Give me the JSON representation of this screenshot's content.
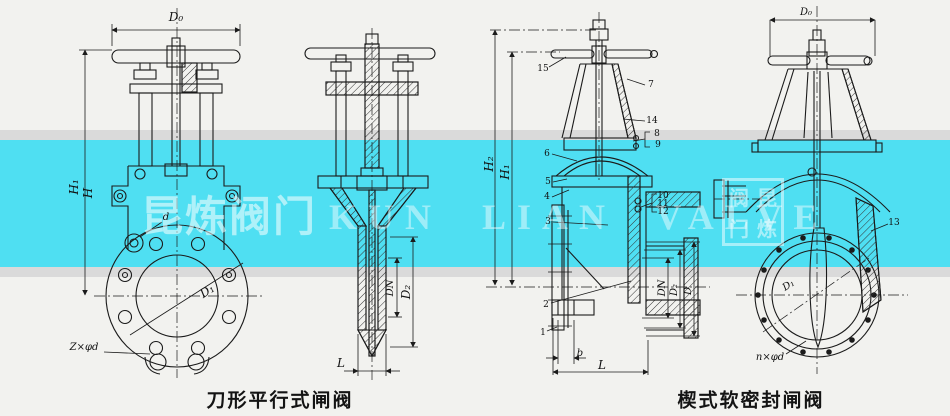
{
  "watermark": {
    "cn": "昆炼阀门",
    "en": "KUN LIAN VALVE",
    "stamp": [
      "阀",
      "昆",
      "门",
      "炼"
    ],
    "band_color": "#4fdff2",
    "strip_color": "#dadada"
  },
  "captions": {
    "knife": "刀形平行式闸阀",
    "wedge": "楔式软密封闸阀"
  },
  "knife_front": {
    "d0": "D₀",
    "h1": "H₁",
    "h": "H",
    "d": "d",
    "d1": "D₁",
    "zxfd": "Z×φd"
  },
  "knife_side": {
    "dn": "DN",
    "d2": "D₂",
    "l": "L"
  },
  "wedge_section": {
    "h2": "H₂",
    "h1": "H₁",
    "dn": "DN",
    "d2": "D₂",
    "d": "D",
    "b": "b",
    "l": "L",
    "parts": {
      "p1": "1",
      "p2": "2",
      "p3": "3",
      "p4": "4",
      "p5": "5",
      "p6": "6",
      "p7": "7",
      "p8": "8",
      "p9": "9",
      "p10": "10",
      "p11": "11",
      "p12": "12",
      "p14": "14",
      "p15": "15"
    }
  },
  "wedge_front": {
    "d0": "D₀",
    "d1": "D₁",
    "nxfd": "n×φd",
    "p13": "13"
  },
  "line_color": "#1b1b1b"
}
